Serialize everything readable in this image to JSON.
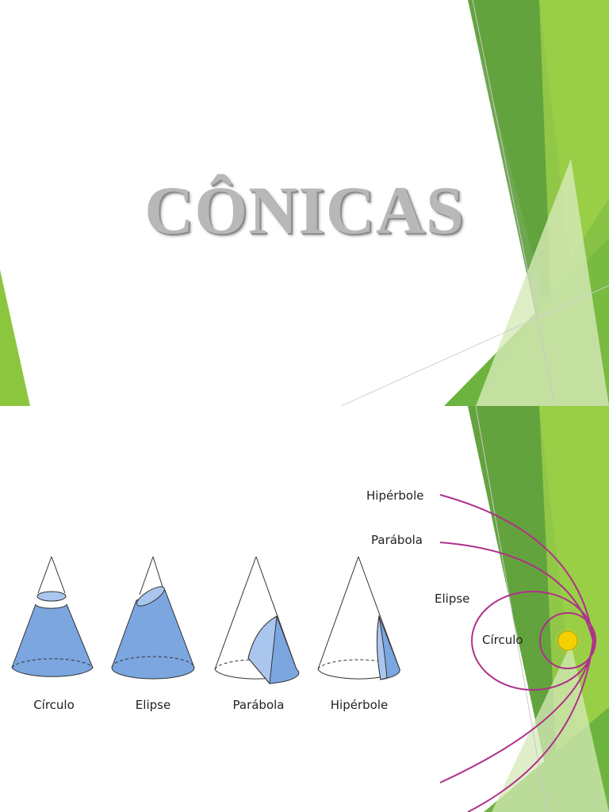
{
  "slide1": {
    "title": "CÔNICAS"
  },
  "slide2": {
    "cone_labels": [
      "Círculo",
      "Elipse",
      "Parábola",
      "Hipérbole"
    ],
    "orbit_labels": {
      "hyperbola": "Hipérbole",
      "parabola": "Parábola",
      "ellipse": "Elipse",
      "circle": "Círculo"
    }
  },
  "colors": {
    "accent_green": "#8cc63f",
    "dark_green": "#5a9a3a",
    "cone_fill": "#7ba6e0",
    "orbit_line": "#b0308a",
    "sun": "#f5d000"
  }
}
